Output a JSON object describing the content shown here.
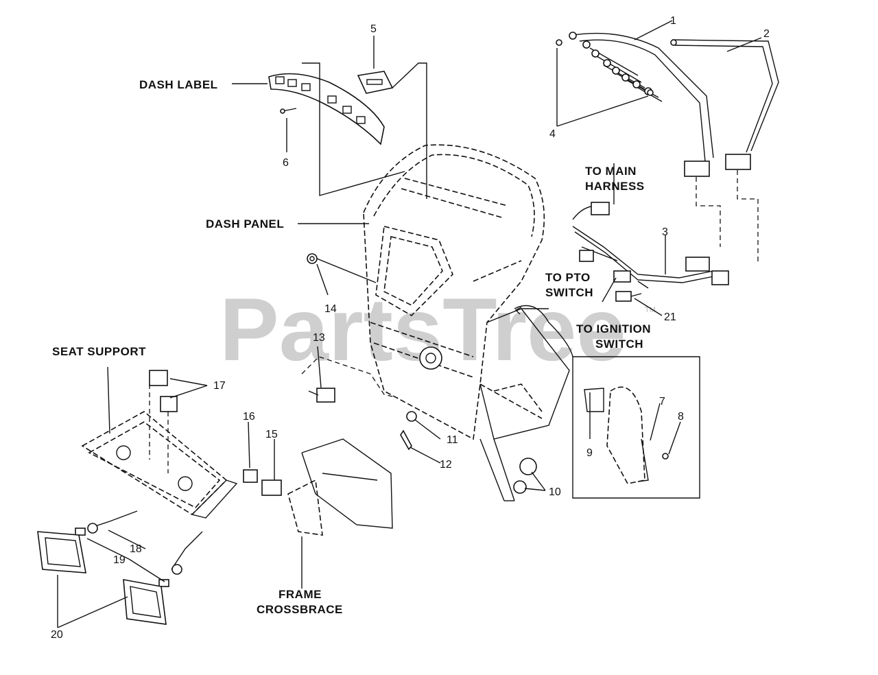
{
  "watermark": {
    "text": "PartsTree",
    "trademark": "TM"
  },
  "callouts": {
    "dash_label": "DASH LABEL",
    "dash_panel": "DASH PANEL",
    "to_main_harness_1": "TO MAIN",
    "to_main_harness_2": "HARNESS",
    "to_pto_switch_1": "TO PTO",
    "to_pto_switch_2": "SWITCH",
    "to_ignition_switch_1": "TO IGNITION",
    "to_ignition_switch_2": "SWITCH",
    "seat_support": "SEAT SUPPORT",
    "frame_crossbrace_1": "FRAME",
    "frame_crossbrace_2": "CROSSBRACE"
  },
  "part_numbers": [
    "1",
    "2",
    "3",
    "4",
    "5",
    "6",
    "7",
    "8",
    "9",
    "10",
    "11",
    "12",
    "13",
    "14",
    "15",
    "16",
    "17",
    "18",
    "19",
    "20",
    "21"
  ]
}
